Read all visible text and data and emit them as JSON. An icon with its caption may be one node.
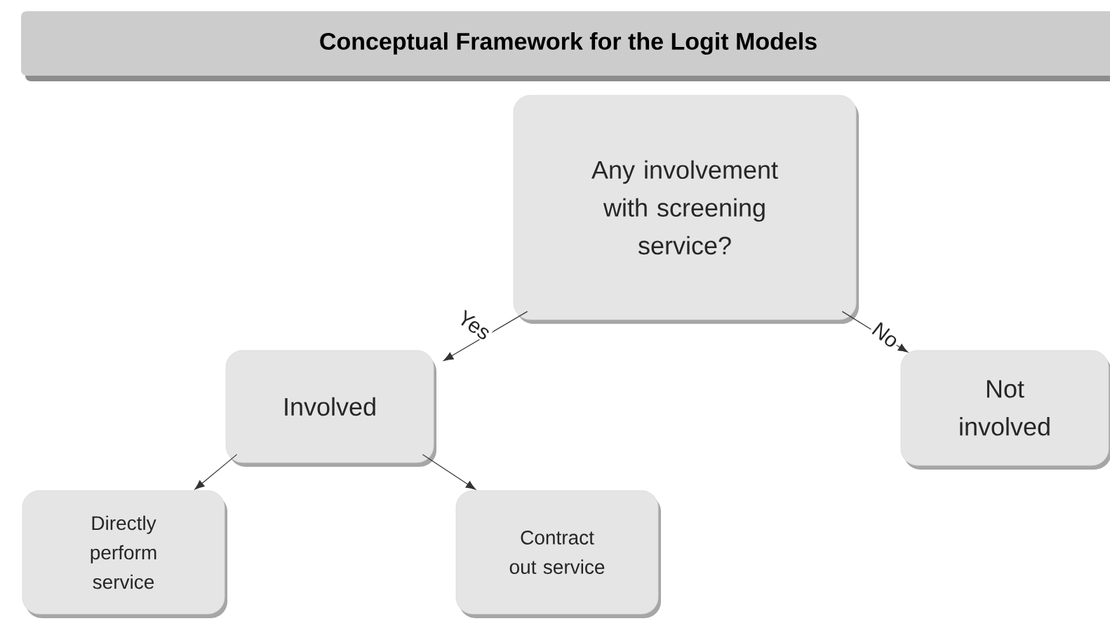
{
  "diagram": {
    "title": "Conceptual Framework for the Logit Models",
    "nodes": [
      {
        "text": [
          "Any involvement with screening service?"
        ]
      },
      {
        "text": [
          "Involved"
        ]
      },
      {
        "text": [
          "Not involved"
        ]
      },
      {
        "text": [
          "Directly perform service"
        ]
      },
      {
        "text": [
          "Contract out service"
        ]
      }
    ],
    "edges": [
      {
        "from": 0,
        "to": 1,
        "arrow": "to",
        "label": "Yes"
      },
      {
        "from": 0,
        "to": 2,
        "arrow": "to",
        "label": "No"
      },
      {
        "from": 1,
        "to": 3,
        "arrow": "to"
      },
      {
        "from": 1,
        "to": 4,
        "arrow": "to"
      }
    ]
  }
}
